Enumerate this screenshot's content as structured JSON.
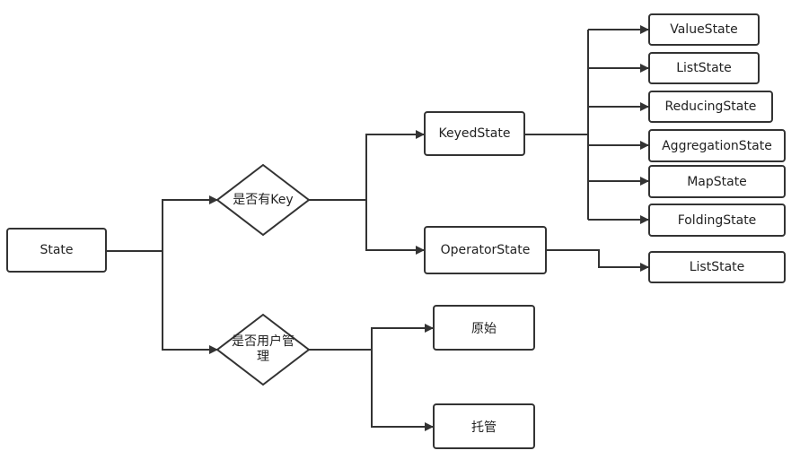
{
  "diagram": {
    "root": {
      "label": "State"
    },
    "decisions": {
      "has_key": {
        "label": "是否有Key"
      },
      "user_managed": {
        "label": "是否用户管理"
      }
    },
    "branches": {
      "keyed_state": {
        "label": "KeyedState"
      },
      "operator_state": {
        "label": "OperatorState"
      },
      "raw": {
        "label": "原始"
      },
      "managed": {
        "label": "托管"
      }
    },
    "keyed_children": [
      {
        "label": "ValueState"
      },
      {
        "label": "ListState"
      },
      {
        "label": "ReducingState"
      },
      {
        "label": "AggregationState"
      },
      {
        "label": "MapState"
      },
      {
        "label": "FoldingState"
      }
    ],
    "operator_children": [
      {
        "label": "ListState"
      }
    ]
  },
  "colors": {
    "stroke": "#333333",
    "text": "#222222",
    "background": "#ffffff"
  }
}
